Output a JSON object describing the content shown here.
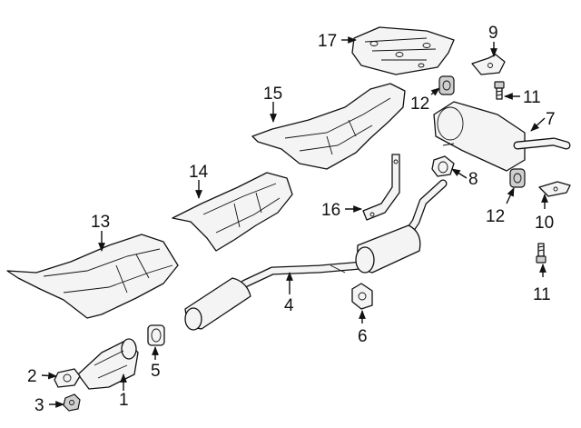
{
  "callouts": [
    {
      "id": "1",
      "text": "1"
    },
    {
      "id": "2",
      "text": "2"
    },
    {
      "id": "3",
      "text": "3"
    },
    {
      "id": "4",
      "text": "4"
    },
    {
      "id": "5",
      "text": "5"
    },
    {
      "id": "6",
      "text": "6"
    },
    {
      "id": "7",
      "text": "7"
    },
    {
      "id": "8",
      "text": "8"
    },
    {
      "id": "9",
      "text": "9"
    },
    {
      "id": "10",
      "text": "10"
    },
    {
      "id": "11a",
      "text": "11"
    },
    {
      "id": "11b",
      "text": "11"
    },
    {
      "id": "12a",
      "text": "12"
    },
    {
      "id": "12b",
      "text": "12"
    },
    {
      "id": "13",
      "text": "13"
    },
    {
      "id": "14",
      "text": "14"
    },
    {
      "id": "15",
      "text": "15"
    },
    {
      "id": "16",
      "text": "16"
    },
    {
      "id": "17",
      "text": "17"
    }
  ]
}
